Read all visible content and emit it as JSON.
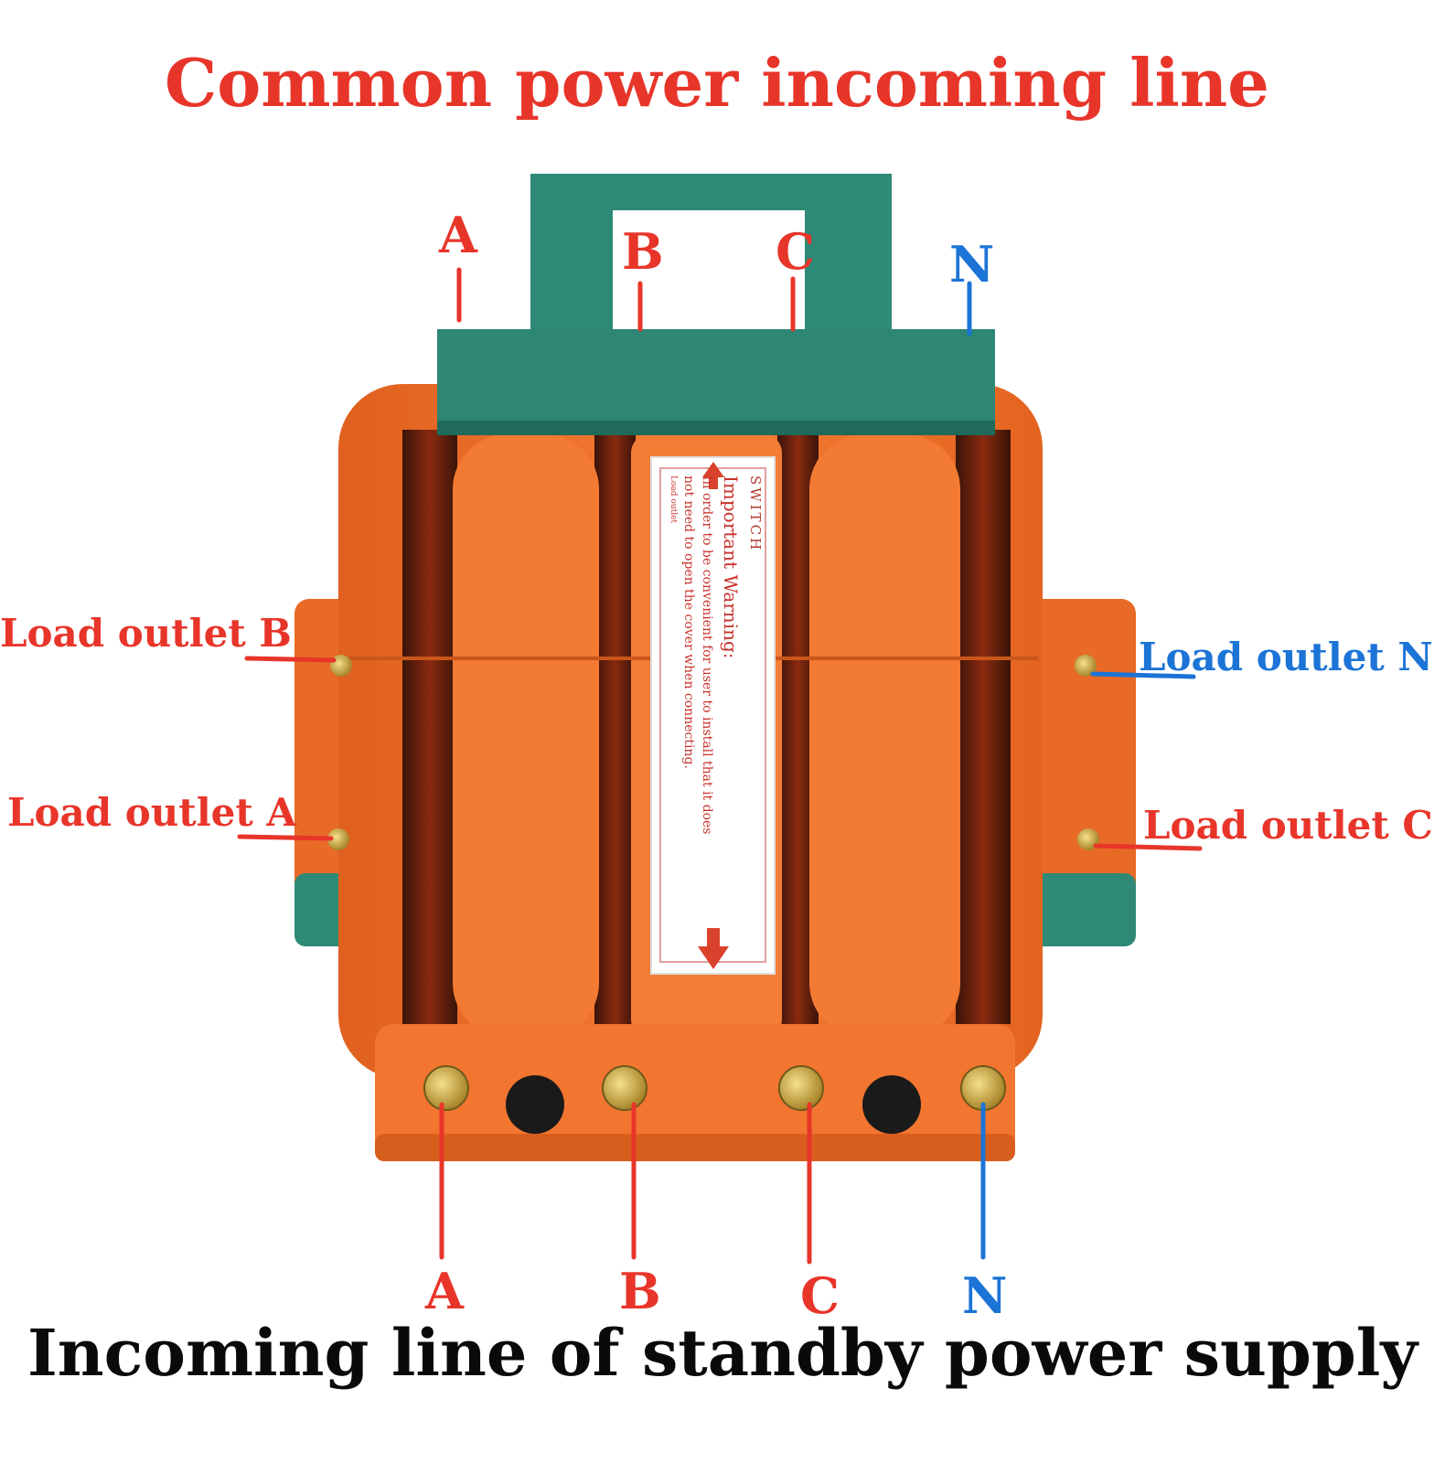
{
  "title": "Common power incoming line",
  "footer": "Incoming line of standby power supply",
  "top_phases": {
    "a": "A",
    "b": "B",
    "c": "C",
    "n": "N"
  },
  "bottom_phases": {
    "a": "A",
    "b": "B",
    "c": "C",
    "n": "N"
  },
  "outlets": {
    "b": "Load outlet B",
    "a": "Load outlet A",
    "n": "Load outlet N",
    "c": "Load outlet C"
  },
  "warning_label": {
    "brand": "SWITCH",
    "heading": "Important Warning:",
    "line1": "In order to be convenient for user to install that it does",
    "line2": "not need to open the cover when connecting.",
    "small": "Load outlet"
  },
  "colors": {
    "body_orange": "#f2762e",
    "handle_teal": "#2e8a76",
    "phase_red": "#e8352a",
    "neutral_blue": "#1c74d6"
  }
}
